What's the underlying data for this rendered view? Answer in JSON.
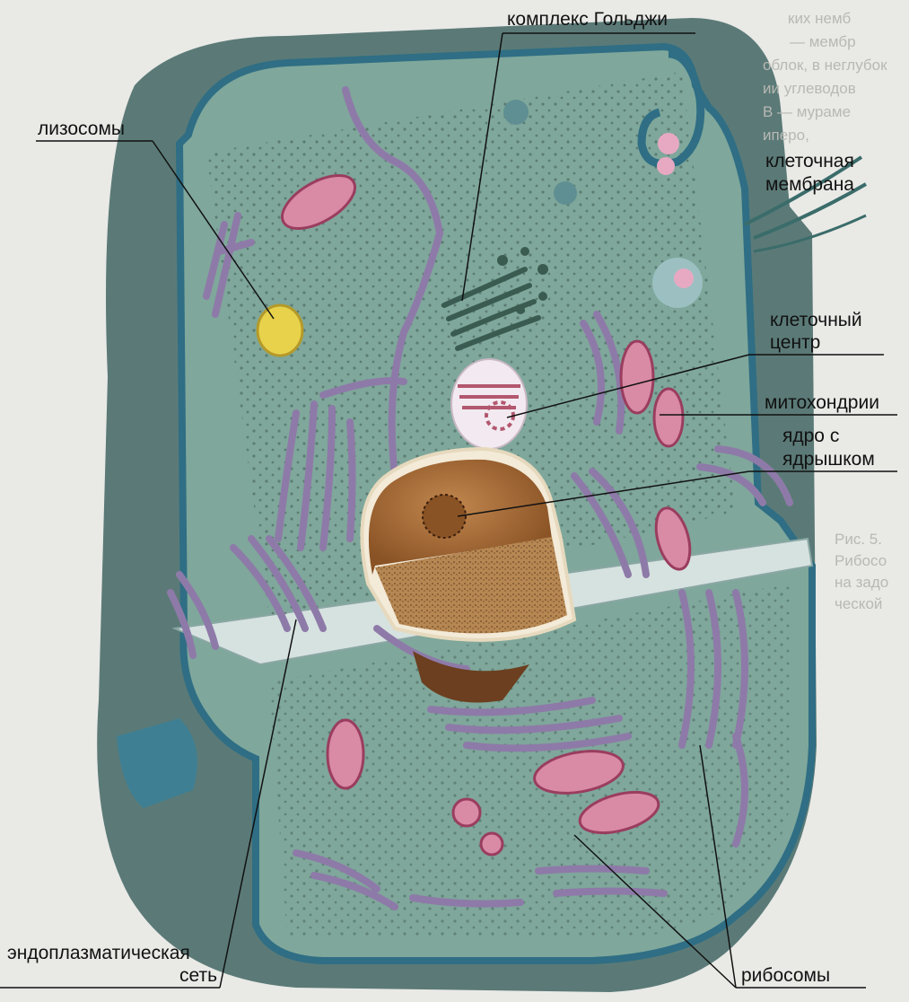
{
  "labels": {
    "golgi": "комплекс Гольджи",
    "lysosomes": "лизосомы",
    "membrane_1": "клеточная",
    "membrane_2": "мембрана",
    "centrosome_1": "клеточный",
    "centrosome_2": "центр",
    "mitochondria": "митохондрии",
    "nucleus_1": "ядро с",
    "nucleus_2": "ядрышком",
    "er_1": "эндоплазматическая",
    "er_2": "сеть",
    "ribosomes": "рибосомы"
  },
  "background_text": {
    "l1": "ких немб",
    "l2": "— мембр",
    "l3": "облок, в неглубок",
    "l4": "ии углеводов",
    "l5": "В — мураме",
    "l6": "иперо,",
    "l7": "Рис. 5.",
    "l8": "Рибосо",
    "l9": "на задо",
    "l10": "ческой"
  },
  "colors": {
    "cytoplasm": "#7fa79b",
    "membrane": "#3f7f93",
    "er": "#8e7aa8",
    "mitochondria": "#d98aa4",
    "nucleus": "#a86b3a",
    "lysosome": "#e8d24c"
  }
}
